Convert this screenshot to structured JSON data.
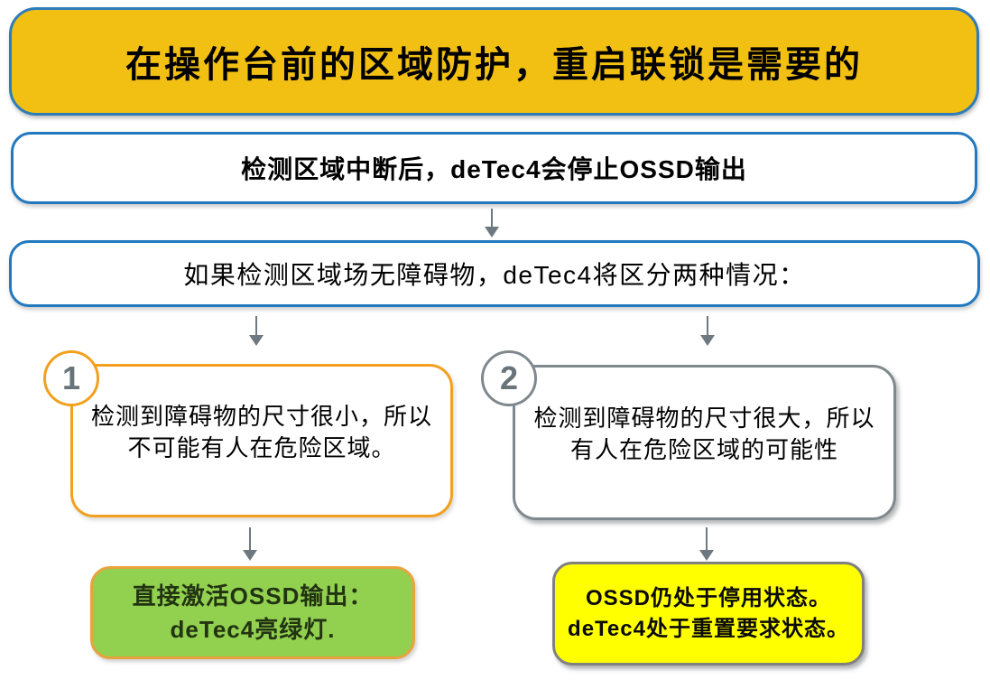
{
  "title": {
    "text": "在操作台前的区域防护，重启联锁是需要的"
  },
  "steps": [
    {
      "text": "检测区域中断后，deTec4会停止OSSD输出"
    },
    {
      "text": "如果检测区域场无障碍物，deTec4将区分两种情况："
    }
  ],
  "branches": [
    {
      "number": "1",
      "condition_line1": "检测到障碍物的尺寸很小，所以",
      "condition_line2": "不可能有人在危险区域。",
      "result_line1": "直接激活OSSD输出：",
      "result_line2": "deTec4亮绿灯."
    },
    {
      "number": "2",
      "condition_line1": "检测到障碍物的尺寸很大，所以",
      "condition_line2": "有人在危险区域的可能性",
      "result_line1": "OSSD仍处于停用状态。",
      "result_line2": "deTec4处于重置要求状态。"
    }
  ],
  "colors": {
    "title_fill": "#F2C012",
    "blue_border": "#2279BF",
    "orange_accent": "#F2A01E",
    "gray_accent": "#7F898E",
    "result_green_fill": "#92D050",
    "result_green_border": "#E8A33D",
    "result_yellow_fill": "#FFFF00",
    "result_yellow_border": "#808080",
    "arrow_color": "#6E7880",
    "number_color": "#68737A"
  }
}
